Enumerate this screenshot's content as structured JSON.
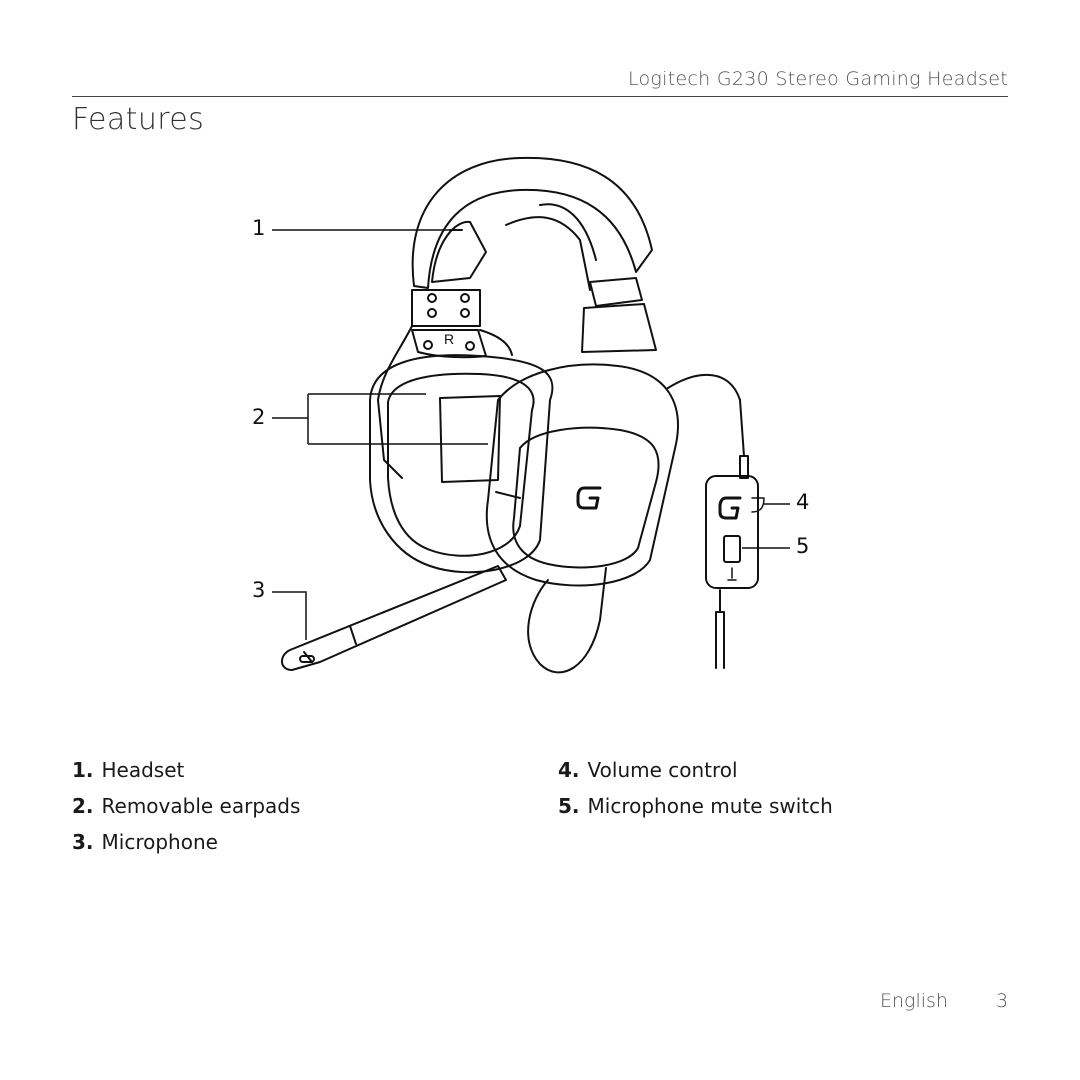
{
  "header": {
    "title": "Logitech G230 Stereo Gaming Headset"
  },
  "page_title": "Features",
  "callouts": [
    "1",
    "2",
    "3",
    "4",
    "5"
  ],
  "panel_label": "R",
  "features_left": [
    {
      "num": "1.",
      "label": "Headset"
    },
    {
      "num": "2.",
      "label": "Removable earpads"
    },
    {
      "num": "3.",
      "label": "Microphone"
    }
  ],
  "features_right": [
    {
      "num": "4.",
      "label": "Volume control"
    },
    {
      "num": "5.",
      "label": "Microphone mute switch"
    }
  ],
  "footer": {
    "language": "English",
    "page_number": "3"
  }
}
